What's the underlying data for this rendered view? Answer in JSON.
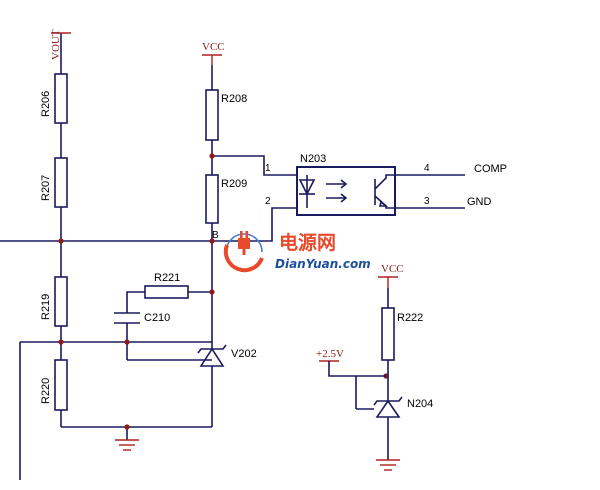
{
  "nets": {
    "vout": "VOUT",
    "vcc_top": "VCC",
    "vcc_right": "VCC",
    "ref": "+2.5V",
    "comp": "COMP",
    "gnd": "GND"
  },
  "resistors": {
    "r206": "R206",
    "r207": "R207",
    "r219": "R219",
    "r220": "R220",
    "r208": "R208",
    "r209": "R209",
    "r221": "R221",
    "r222": "R222"
  },
  "capacitors": {
    "c210": "C210"
  },
  "regulators": {
    "v202": "V202",
    "n204": "N204"
  },
  "optocoupler": {
    "ref": "N203",
    "pin1": "1",
    "pin2": "2",
    "pin3": "3",
    "pin4": "4"
  },
  "node_label": "B",
  "watermark": {
    "cn": "电源网",
    "en": "DianYuan.com",
    "plug_icon": "power-plug-icon"
  },
  "colors": {
    "wire": "#1a1a5e",
    "power_net": "#8b1a1a",
    "watermark_orange": "#e84a2c",
    "watermark_blue": "#1d4f9e"
  }
}
